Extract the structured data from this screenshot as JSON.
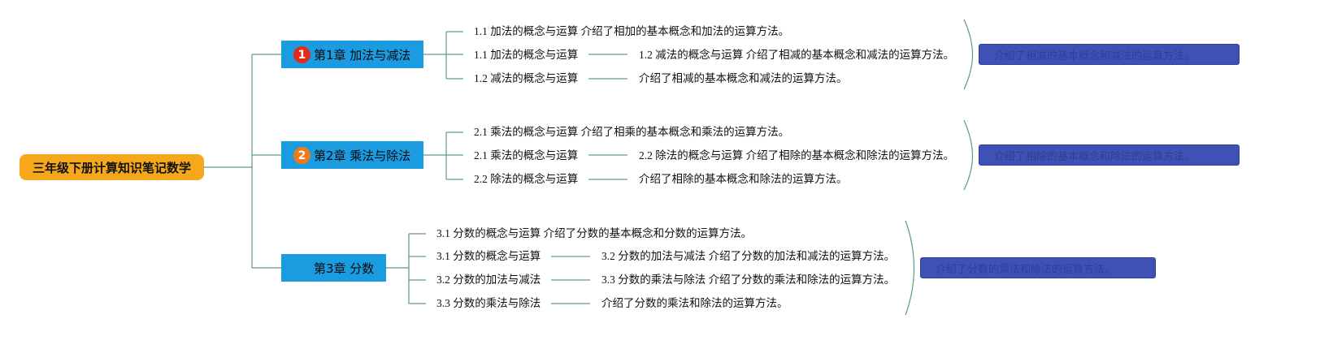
{
  "colors": {
    "root_bg": "#f5a81c",
    "chapter_bg": "#1b9be0",
    "summary_bg": "#3f51b5",
    "connector": "#5a9a88",
    "badge_1": "#e02a1a",
    "badge_2": "#f07a1a"
  },
  "root": {
    "label": "三年级下册计算知识笔记数学"
  },
  "chapters": [
    {
      "badge": "1",
      "label": "第1章 加法与减法",
      "items": [
        {
          "text": "1.1 加法的概念与运算 介绍了相加的基本概念和加法的运算方法。"
        },
        {
          "text": "1.1 加法的概念与运算",
          "child": "1.2 减法的概念与运算 介绍了相减的基本概念和减法的运算方法。"
        },
        {
          "text": "1.2 减法的概念与运算",
          "child": "介绍了相减的基本概念和减法的运算方法。"
        }
      ],
      "summary": "介绍了相减的基本概念和减法的运算方法。"
    },
    {
      "badge": "2",
      "label": "第2章 乘法与除法",
      "items": [
        {
          "text": "2.1 乘法的概念与运算 介绍了相乘的基本概念和乘法的运算方法。"
        },
        {
          "text": "2.1 乘法的概念与运算",
          "child": "2.2 除法的概念与运算 介绍了相除的基本概念和除法的运算方法。"
        },
        {
          "text": "2.2 除法的概念与运算",
          "child": "介绍了相除的基本概念和除法的运算方法。"
        }
      ],
      "summary": "介绍了相除的基本概念和除法的运算方法。"
    },
    {
      "badge": "",
      "label": "第3章 分数",
      "items": [
        {
          "text": "3.1 分数的概念与运算 介绍了分数的基本概念和分数的运算方法。"
        },
        {
          "text": "3.1 分数的概念与运算",
          "child": "3.2 分数的加法与减法 介绍了分数的加法和减法的运算方法。"
        },
        {
          "text": "3.2 分数的加法与减法",
          "child": "3.3 分数的乘法与除法 介绍了分数的乘法和除法的运算方法。"
        },
        {
          "text": "3.3 分数的乘法与除法",
          "child": "介绍了分数的乘法和除法的运算方法。"
        }
      ],
      "summary": "介绍了分数的乘法和除法的运算方法。"
    }
  ]
}
